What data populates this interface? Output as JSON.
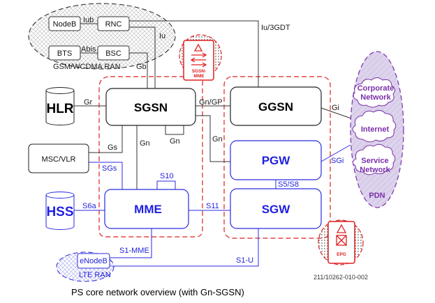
{
  "diagram": {
    "caption": "PS core network overview (with Gn-SGSN)",
    "reference_id": "211/10262-010-002",
    "colors": {
      "legacy": "#000000",
      "lte": "#1f1fe0",
      "sgsn_mme_group": "#e02020",
      "pdn": "#7a2fa8"
    },
    "ran_groups": {
      "gsm_wcdma": {
        "label": "GSM/WCDMA RAN",
        "nodes": [
          "NodeB",
          "RNC",
          "BTS",
          "BSC"
        ],
        "links": [
          {
            "label": "Iub",
            "from": "NodeB",
            "to": "RNC"
          },
          {
            "label": "Abis",
            "from": "BTS",
            "to": "BSC"
          }
        ]
      },
      "lte": {
        "label": "LTE RAN",
        "nodes": [
          "eNodeB"
        ]
      }
    },
    "core_nodes": {
      "sgsn": "SGSN",
      "mme": "MME",
      "ggsn": "GGSN",
      "pgw": "PGW",
      "sgw": "SGW",
      "hlr": "HLR",
      "hss": "HSS",
      "msc_vlr": "MSC/VLR"
    },
    "product_badges": {
      "sgsn_mme": {
        "label": "SGSN-MME",
        "icon": "sgsn-mme-product-icon"
      },
      "epg": {
        "label": "EPG",
        "icon": "epg-product-icon"
      }
    },
    "pdn": {
      "label": "PDN",
      "networks": [
        {
          "line1": "Corporate",
          "line2": "Network"
        },
        {
          "line1": "Internet",
          "line2": ""
        },
        {
          "line1": "Service",
          "line2": "Network"
        }
      ]
    },
    "interfaces": {
      "iu": "Iu",
      "iu_3gdt": "Iu/3GDT",
      "gb": "Gb",
      "gr": "Gr",
      "gs": "Gs",
      "sgs": "SGs",
      "gn_sgsn_mme": "Gn",
      "gn_loop": "Gn",
      "gn_gp": "Gn/GP",
      "gn_pgw": "Gn",
      "gi": "Gi",
      "sgi": "SGi",
      "s10": "S10",
      "s6a": "S6a",
      "s11": "S11",
      "s5s8": "S5/S8",
      "s1_mme": "S1-MME",
      "s1_u": "S1-U"
    }
  }
}
